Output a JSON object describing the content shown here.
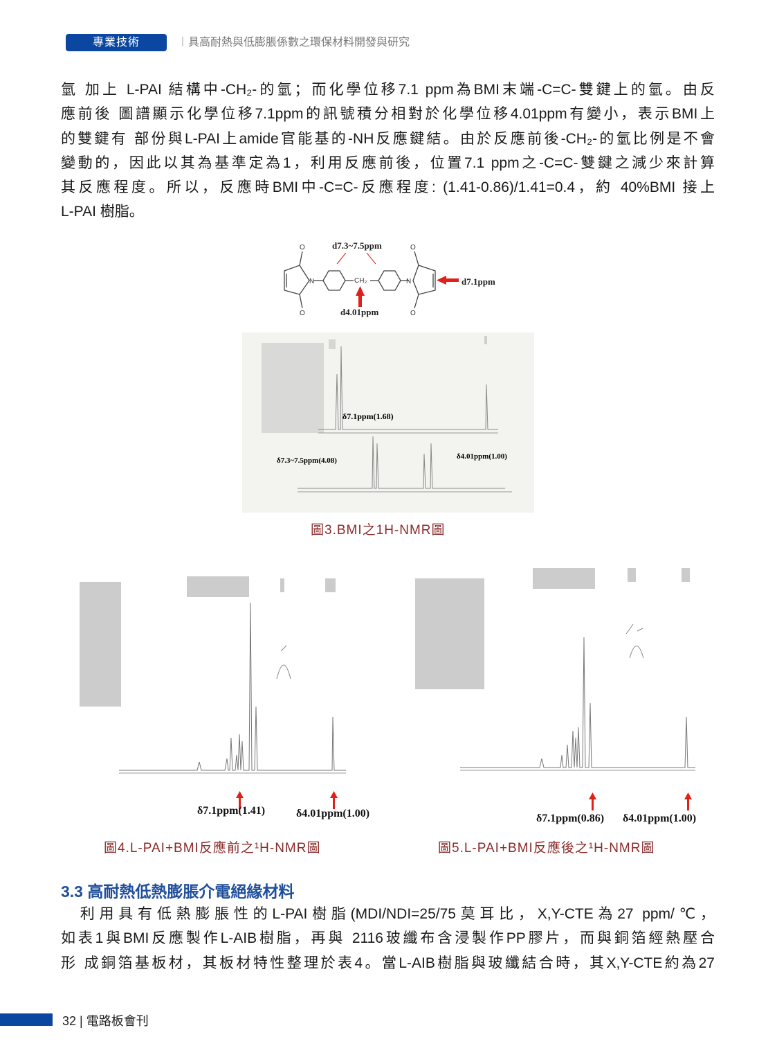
{
  "header": {
    "section_badge": "專業技術",
    "running_title": "︱具高耐熱與低膨脹係數之環保材料開發與研究"
  },
  "paragraph1": [
    "氫 加上 L-PAI 結構中-CH₂-的氫；而化學位移7.1 ppm為BMI末端-C=C-雙鍵上的氫。由反",
    "應前後 圖譜顯示化學位移7.1ppm的訊號積分相對於化學位移4.01ppm有變小，表示BMI上",
    "的雙鍵有 部份與L-PAI上amide官能基的-NH反應鍵結。由於反應前後-CH₂-的氫比例是不會",
    "變動的，因此以其為基準定為1，利用反應前後，位置7.1 ppm之-C=C-雙鍵之減少來計算",
    "其反應程度。所以，反應時BMI中-C=C-反應程度: (1.41-0.86)/1.41=0.4，約 40%BMI 接上",
    "L-PAI 樹脂。"
  ],
  "figure3": {
    "structure_labels": {
      "aromatic": "d7.3~7.5ppm",
      "vinyl": "d7.1ppm",
      "ch2": "d4.01ppm",
      "ch2_group": "CH₂",
      "n": "N",
      "o": "O"
    },
    "spectrum_labels": {
      "vinyl": "δ7.1ppm(1.68)",
      "aromatic": "δ7.3~7.5ppm(4.08)",
      "ch2": "δ4.01ppm(1.00)"
    },
    "caption": "圖3.BMI之1H-NMR圖"
  },
  "figure4": {
    "label_vinyl": "δ7.1ppm(1.41)",
    "label_ch2": "δ4.01ppm(1.00)",
    "caption": "圖4.L-PAI+BMI反應前之¹H-NMR圖"
  },
  "figure5": {
    "label_vinyl": "δ7.1ppm(0.86)",
    "label_ch2": "δ4.01ppm(1.00)",
    "caption": "圖5.L-PAI+BMI反應後之¹H-NMR圖"
  },
  "section": {
    "heading": "3.3 高耐熱低熱膨脹介電絕緣材料"
  },
  "paragraph2": [
    "　利用具有低熱膨脹性的L-PAI樹脂(MDI/NDI=25/75莫耳比，X,Y-CTE為27 ppm/℃，",
    "如表1與BMI反應製作L-AIB樹脂，再與 2116玻纖布含浸製作PP膠片，而與銅箔經熱壓合",
    "形 成銅箔基板材，其板材特性整理於表4。當L-AIB樹脂與玻纖結合時，其X,Y-CTE約為27"
  ],
  "footer": {
    "page": "32",
    "separator": "|",
    "journal": "電路板會刊"
  },
  "colors": {
    "brand_blue": "#0b47a0",
    "caption_red": "#8b2a2a",
    "arrow_red": "#e0201a",
    "heading_blue": "#1f4e9c"
  }
}
